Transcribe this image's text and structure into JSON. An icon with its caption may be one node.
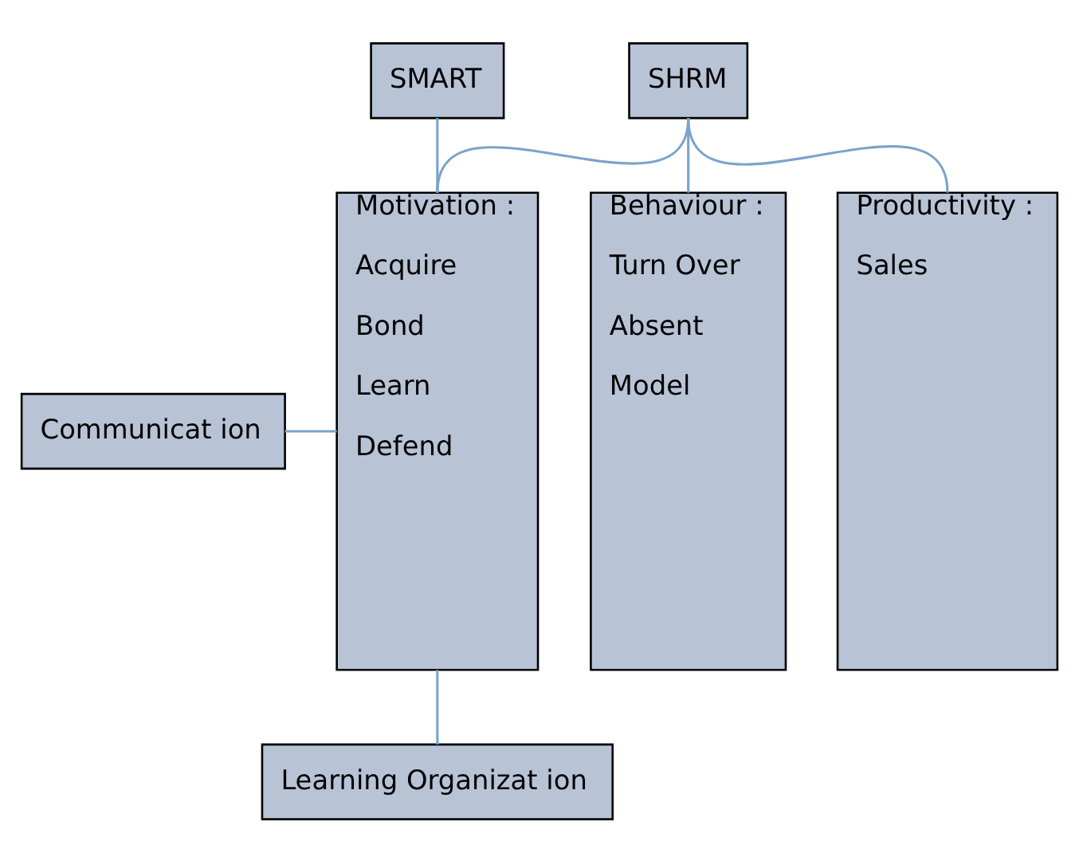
{
  "diagram": {
    "nodes": [
      {
        "text": [
          "SHRM"
        ]
      },
      {
        "text": [
          "SMART"
        ]
      },
      {
        "text": [
          "Motivation :",
          "Acquire",
          "Bond",
          "Learn",
          "Defend"
        ]
      },
      {
        "text": [
          "Behaviour :",
          "Turn Over",
          "Absent",
          "Model"
        ]
      },
      {
        "text": [
          "Productivity :",
          "Sales"
        ]
      },
      {
        "text": [
          "Communicat ion"
        ]
      },
      {
        "text": [
          "Learning Organizat ion"
        ]
      }
    ],
    "edges": [
      {
        "from": 0,
        "to": 2,
        "arrow": "none"
      },
      {
        "from": 0,
        "to": 3,
        "arrow": "none"
      },
      {
        "from": 0,
        "to": 4,
        "arrow": "none"
      },
      {
        "from": 1,
        "to": 2,
        "arrow": "none"
      },
      {
        "from": 5,
        "to": 2,
        "arrow": "none"
      },
      {
        "from": 2,
        "to": 6,
        "arrow": "none"
      }
    ]
  }
}
